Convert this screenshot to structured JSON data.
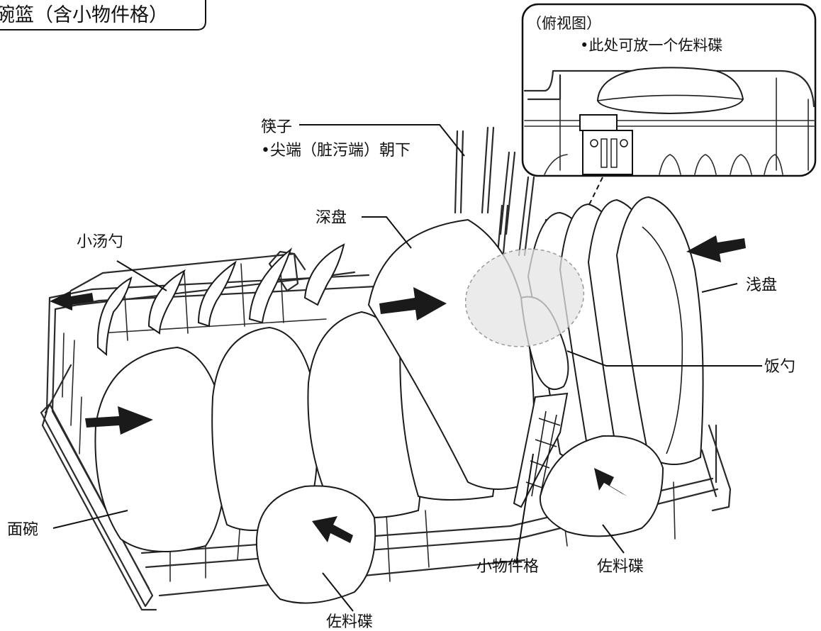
{
  "title": "碗篮（含小物件格）",
  "inset": {
    "heading": "（俯视图）",
    "note": "•此处可放一个佐料碟"
  },
  "labels": {
    "chopsticks": "筷子",
    "chopsticks_note": "•尖端（脏污端）朝下",
    "deep_plate": "深盘",
    "small_spoon": "小汤勺",
    "shallow_plate": "浅盘",
    "rice_scoop": "饭勺",
    "noodle_bowl": "面碗",
    "small_items_basket": "小物件格",
    "sauce_dish_right": "佐料碟",
    "sauce_dish_bottom": "佐料碟"
  }
}
